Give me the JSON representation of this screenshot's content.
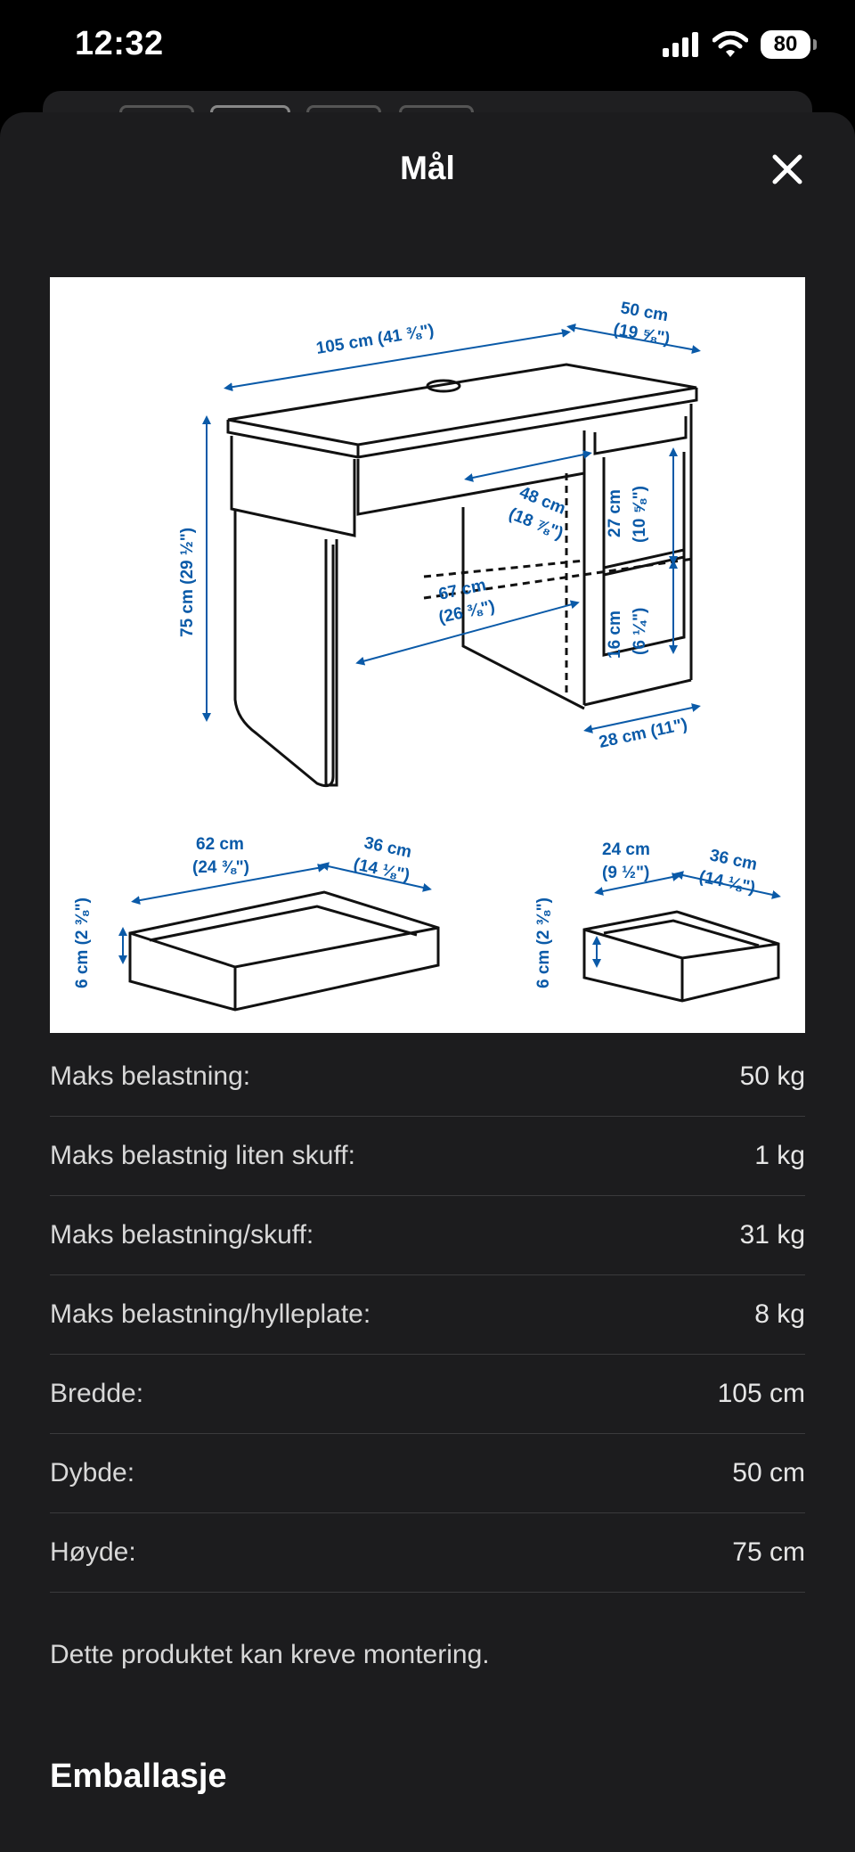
{
  "status": {
    "time": "12:32",
    "battery": "80"
  },
  "sheet": {
    "title": "Mål"
  },
  "diagram": {
    "labels": {
      "width": "105 cm (41 ⅜\")",
      "depth_cm": "50 cm",
      "depth_in": "(19 ⅝\")",
      "height": "75 cm (29 ½\")",
      "shelf_depth_cm": "48 cm",
      "shelf_depth_in": "(18 ⅞\")",
      "knee_width_cm": "67 cm",
      "knee_width_in": "(26 ⅜\")",
      "upper_gap_cm": "27 cm",
      "upper_gap_in": "(10 ⅝\")",
      "lower_gap_cm": "16 cm",
      "lower_gap_in": "(6 ¼\")",
      "cabinet_width": "28 cm (11\")",
      "drawer_large_w_cm": "62 cm",
      "drawer_large_w_in": "(24 ⅜\")",
      "drawer_large_d_cm": "36 cm",
      "drawer_large_d_in": "(14 ⅛\")",
      "drawer_large_h": "6 cm (2 ⅜\")",
      "drawer_small_w_cm": "24 cm",
      "drawer_small_w_in": "(9 ½\")",
      "drawer_small_d_cm": "36 cm",
      "drawer_small_d_in": "(14 ⅛\")",
      "drawer_small_h": "6 cm (2 ⅜\")"
    }
  },
  "specs": [
    {
      "label": "Maks belastning:",
      "value": "50 kg"
    },
    {
      "label": "Maks belastnig liten skuff:",
      "value": "1 kg"
    },
    {
      "label": "Maks belastning/skuff:",
      "value": "31 kg"
    },
    {
      "label": "Maks belastning/hylleplate:",
      "value": "8 kg"
    },
    {
      "label": "Bredde:",
      "value": "105 cm"
    },
    {
      "label": "Dybde:",
      "value": "50 cm"
    },
    {
      "label": "Høyde:",
      "value": "75 cm"
    }
  ],
  "note": "Dette produktet kan kreve montering.",
  "next_section": "Emballasje"
}
